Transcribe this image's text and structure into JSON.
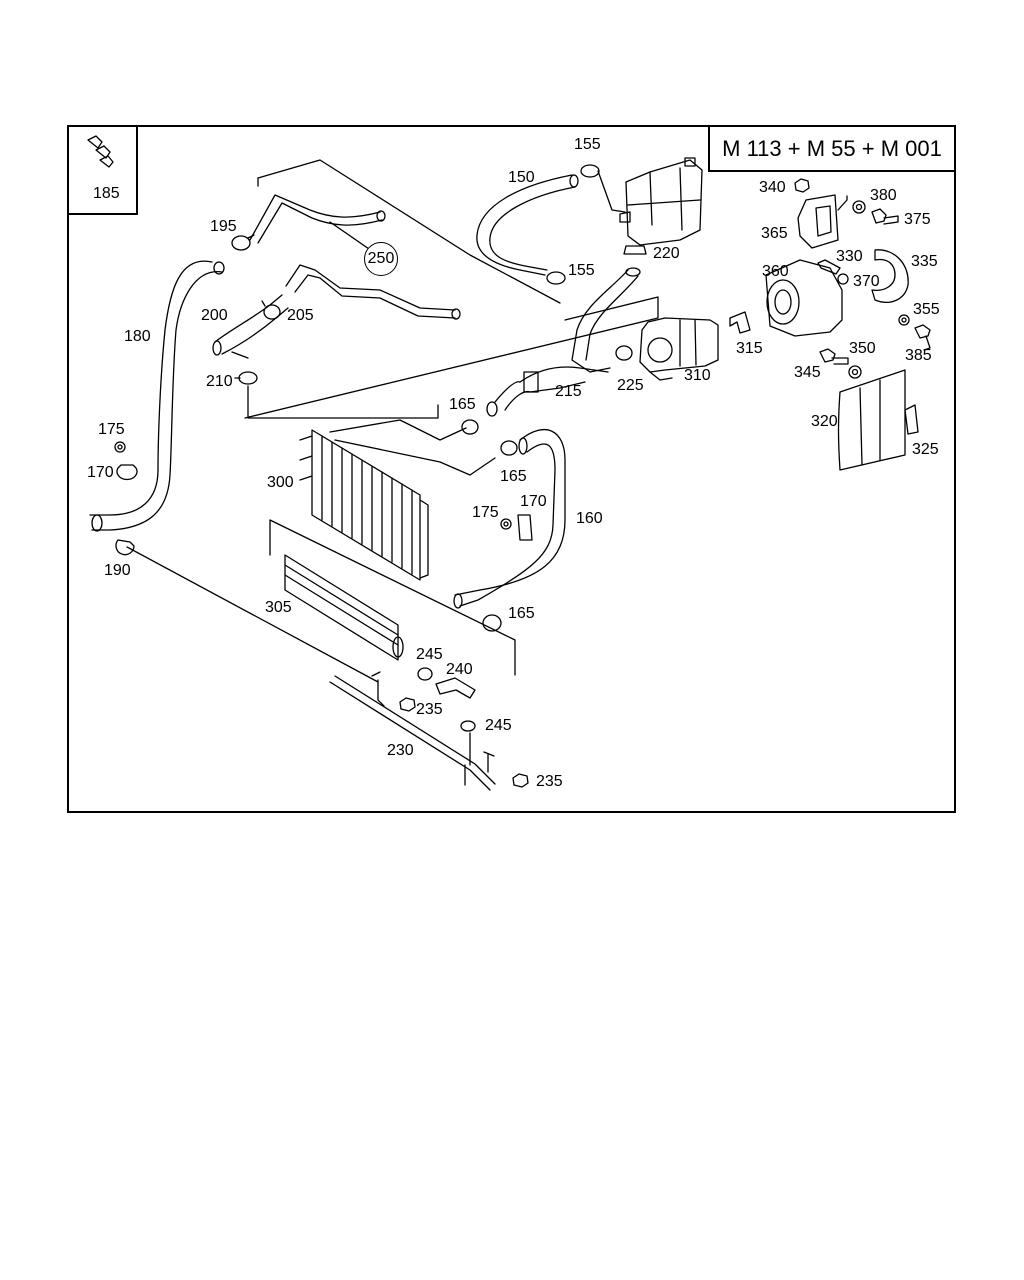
{
  "title": "M 113 + M 55 + M 001",
  "labels": {
    "p150": "150",
    "p155a": "155",
    "p155b": "155",
    "p160": "160",
    "p165a": "165",
    "p165b": "165",
    "p165c": "165",
    "p170a": "170",
    "p170b": "170",
    "p175a": "175",
    "p175b": "175",
    "p180": "180",
    "p185": "185",
    "p190": "190",
    "p195": "195",
    "p200": "200",
    "p205": "205",
    "p210": "210",
    "p215": "215",
    "p220": "220",
    "p225": "225",
    "p230": "230",
    "p235a": "235",
    "p235b": "235",
    "p240": "240",
    "p245a": "245",
    "p245b": "245",
    "p250": "250",
    "p300": "300",
    "p305": "305",
    "p310": "310",
    "p315": "315",
    "p320": "320",
    "p325": "325",
    "p330": "330",
    "p335": "335",
    "p340": "340",
    "p345": "345",
    "p350": "350",
    "p355": "355",
    "p360": "360",
    "p365": "365",
    "p370": "370",
    "p375": "375",
    "p380": "380",
    "p385": "385"
  }
}
